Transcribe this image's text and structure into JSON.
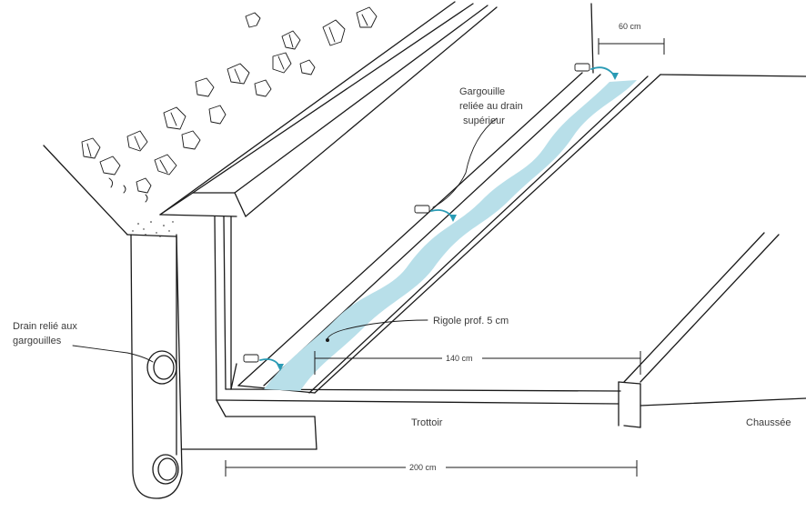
{
  "labels": {
    "gargoyle": [
      "Gargouille",
      "reliée au drain",
      "supérieur"
    ],
    "drain": [
      "Drain relié aux",
      "gargouilles"
    ],
    "gutter": "Rigole prof. 5 cm",
    "sidewalk": "Trottoir",
    "road": "Chaussée"
  },
  "dimensions": {
    "top_width": "60 cm",
    "gutter_width": "140 cm",
    "total_width": "200 cm"
  },
  "colors": {
    "water": "#b8dfe9",
    "arrow": "#2a9bb5",
    "ink": "#1a1a1a"
  }
}
